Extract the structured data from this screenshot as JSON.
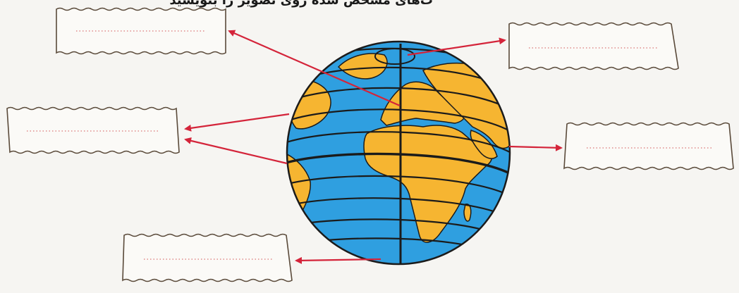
{
  "heading": "ت‌های مشخص شده روی تصویر را بنویسید",
  "label_boxes": [
    {
      "id": "top-left",
      "text": ""
    },
    {
      "id": "middle-left",
      "text": ""
    },
    {
      "id": "bottom-left",
      "text": ""
    },
    {
      "id": "top-right",
      "text": ""
    },
    {
      "id": "middle-right",
      "text": ""
    }
  ],
  "colors": {
    "ocean": "#2f9fe0",
    "land": "#f6b531",
    "grid": "#1b1b1b",
    "arrow": "#d4243a",
    "box_border": "#5a4a3a",
    "dots": "#e08a8a"
  }
}
